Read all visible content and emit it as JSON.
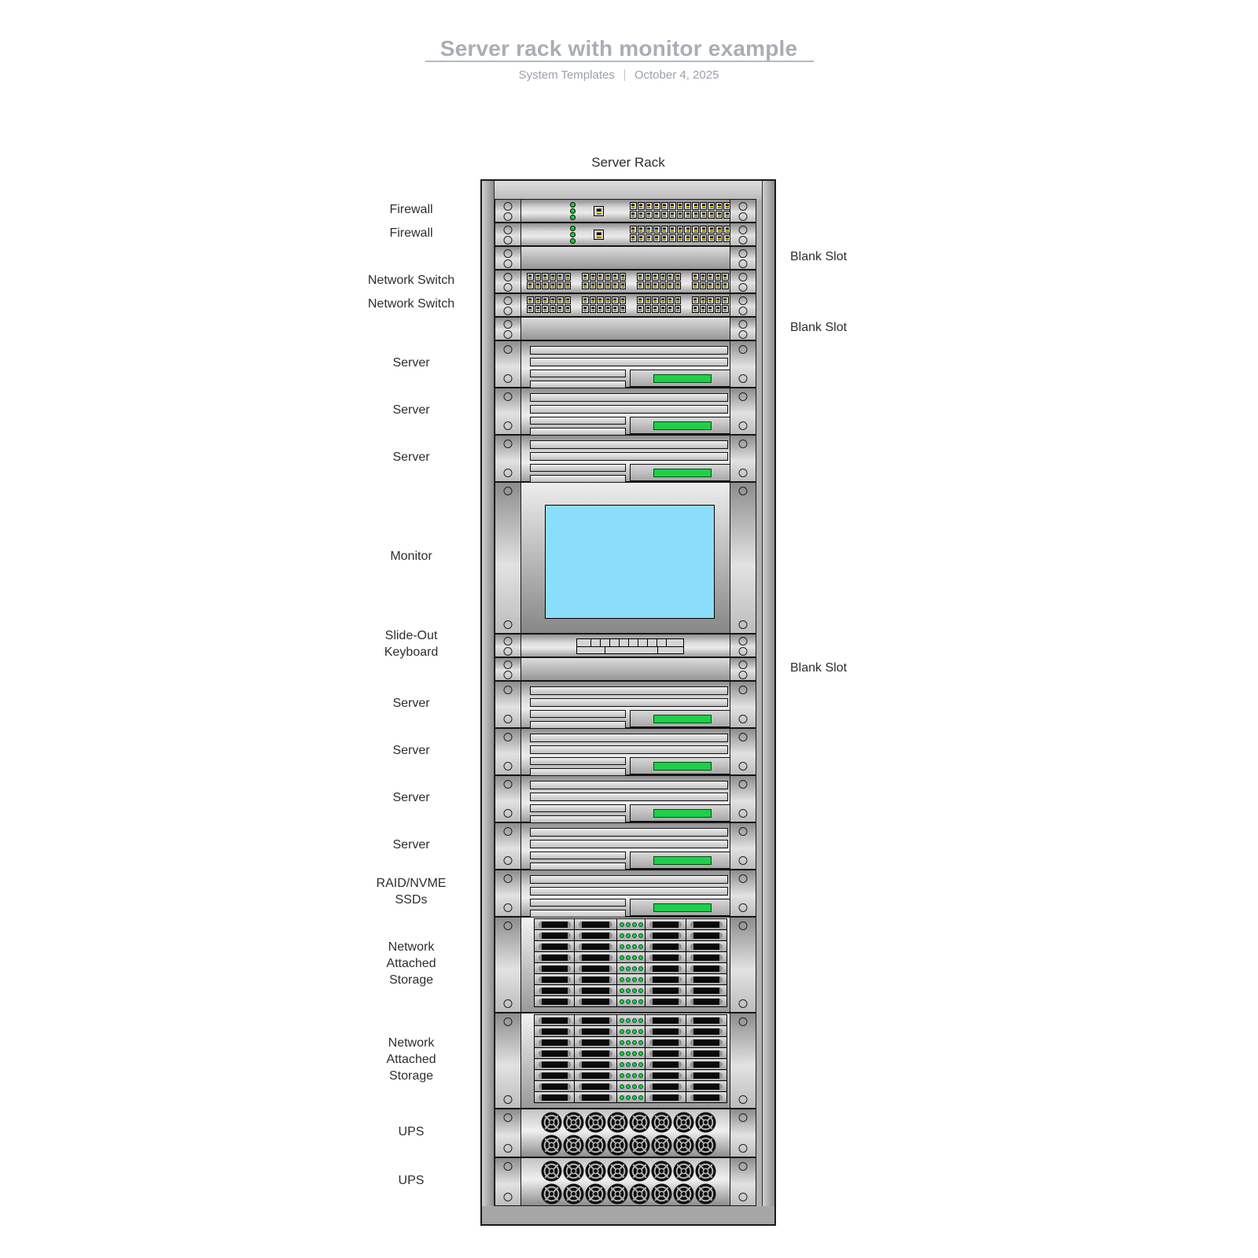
{
  "header": {
    "title": "Server rack with monitor example",
    "subtitle_left": "System Templates",
    "subtitle_right": "October 4, 2025"
  },
  "colors": {
    "title_gray": "#a9aeb6",
    "subtitle_gray": "#9aa1ab",
    "led_green": "#1ece35",
    "green_bar": "#1fcf4a",
    "screen_blue": "#8bdefb",
    "port_yellow": "#f5d822"
  },
  "rack": {
    "label": "Server Rack",
    "units": [
      {
        "name": "firewall-1",
        "type": "firewall",
        "height": 30,
        "label": {
          "side": "left",
          "lines": [
            "Firewall"
          ]
        }
      },
      {
        "name": "firewall-2",
        "type": "firewall",
        "height": 30,
        "label": {
          "side": "left",
          "lines": [
            "Firewall"
          ]
        }
      },
      {
        "name": "blank-1",
        "type": "blank",
        "height": 30,
        "label": {
          "side": "right",
          "lines": [
            "Blank Slot"
          ]
        }
      },
      {
        "name": "network-switch-1",
        "type": "switch",
        "height": 30,
        "label": {
          "side": "left",
          "lines": [
            "Network Switch"
          ]
        }
      },
      {
        "name": "network-switch-2",
        "type": "switch",
        "height": 30,
        "label": {
          "side": "left",
          "lines": [
            "Network Switch"
          ]
        }
      },
      {
        "name": "blank-2",
        "type": "blank",
        "height": 30,
        "label": {
          "side": "right",
          "lines": [
            "Blank Slot"
          ]
        }
      },
      {
        "name": "server-1",
        "type": "server",
        "height": 60,
        "label": {
          "side": "left",
          "lines": [
            "Server"
          ]
        }
      },
      {
        "name": "server-2",
        "type": "server",
        "height": 60,
        "label": {
          "side": "left",
          "lines": [
            "Server"
          ]
        }
      },
      {
        "name": "server-3",
        "type": "server",
        "height": 60,
        "label": {
          "side": "left",
          "lines": [
            "Server"
          ]
        }
      },
      {
        "name": "monitor",
        "type": "monitor",
        "height": 193,
        "label": {
          "side": "left",
          "lines": [
            "Monitor"
          ]
        }
      },
      {
        "name": "slide-out-keyboard",
        "type": "keyboard",
        "height": 30,
        "label": {
          "side": "left",
          "lines": [
            "Slide-Out",
            "Keyboard"
          ]
        }
      },
      {
        "name": "blank-3",
        "type": "blank",
        "height": 30,
        "label": {
          "side": "right",
          "lines": [
            "Blank Slot"
          ]
        }
      },
      {
        "name": "server-4",
        "type": "server",
        "height": 60,
        "label": {
          "side": "left",
          "lines": [
            "Server"
          ]
        }
      },
      {
        "name": "server-5",
        "type": "server",
        "height": 60,
        "label": {
          "side": "left",
          "lines": [
            "Server"
          ]
        }
      },
      {
        "name": "server-6",
        "type": "server",
        "height": 60,
        "label": {
          "side": "left",
          "lines": [
            "Server"
          ]
        }
      },
      {
        "name": "server-7",
        "type": "server",
        "height": 60,
        "label": {
          "side": "left",
          "lines": [
            "Server"
          ]
        }
      },
      {
        "name": "raid-nvme-ssds",
        "type": "server",
        "height": 60,
        "label": {
          "side": "left",
          "lines": [
            "RAID/NVME",
            "SSDs"
          ]
        }
      },
      {
        "name": "nas-1",
        "type": "nas",
        "height": 122,
        "label": {
          "side": "left",
          "lines": [
            "Network",
            "Attached",
            "Storage"
          ]
        }
      },
      {
        "name": "nas-2",
        "type": "nas",
        "height": 122,
        "label": {
          "side": "left",
          "lines": [
            "Network",
            "Attached",
            "Storage"
          ]
        }
      },
      {
        "name": "ups-1",
        "type": "ups",
        "height": 62,
        "label": {
          "side": "left",
          "lines": [
            "UPS"
          ]
        }
      },
      {
        "name": "ups-2",
        "type": "ups",
        "height": 62,
        "label": {
          "side": "left",
          "lines": [
            "UPS"
          ]
        }
      }
    ],
    "specs": {
      "firewall": {
        "status_leds": 3,
        "uplink_ports": 1,
        "bank_cols": 13,
        "bank_rows": 2
      },
      "switch": {
        "groups": 4,
        "group_cols": 6,
        "group_rows": 2
      },
      "nas": {
        "drive_rows": 8,
        "drives_per_row": 4,
        "leds_per_row": 4
      },
      "ups": {
        "fan_rows": 2,
        "fans_per_row": 8
      }
    }
  }
}
